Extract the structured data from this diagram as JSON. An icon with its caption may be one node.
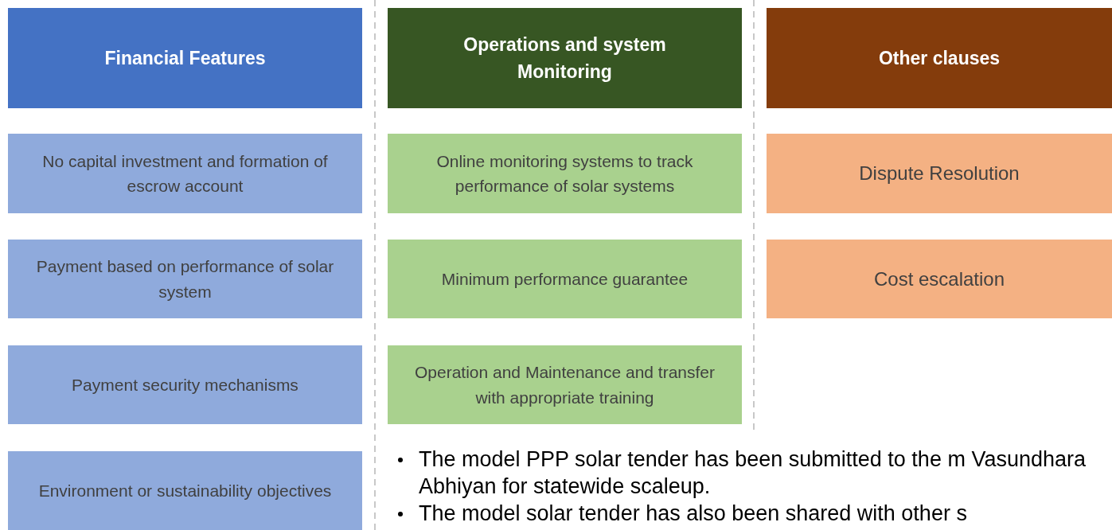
{
  "diagram": {
    "nodes": [
      {
        "text": [
          "Financial Features"
        ]
      },
      {
        "text": [
          "Operations and system Monitoring"
        ]
      },
      {
        "text": [
          "Other clauses"
        ]
      },
      {
        "text": [
          "No capital investment and formation of escrow account"
        ]
      },
      {
        "text": [
          "Payment based on performance of solar system"
        ]
      },
      {
        "text": [
          "Payment security mechanisms"
        ]
      },
      {
        "text": [
          "Environment or sustainability objectives"
        ]
      },
      {
        "text": [
          "Online monitoring systems to track performance of solar systems"
        ]
      },
      {
        "text": [
          "Minimum performance guarantee"
        ]
      },
      {
        "text": [
          "Operation and Maintenance and transfer with appropriate training"
        ]
      },
      {
        "text": [
          "Dispute Resolution"
        ]
      },
      {
        "text": [
          "Cost escalation"
        ]
      }
    ],
    "edges": [],
    "labels": [
      "The model PPP solar tender has been submitted to the m Vasundhara Abhiyan for statewide scaleup.",
      "The model solar tender has also been shared with other s"
    ]
  }
}
